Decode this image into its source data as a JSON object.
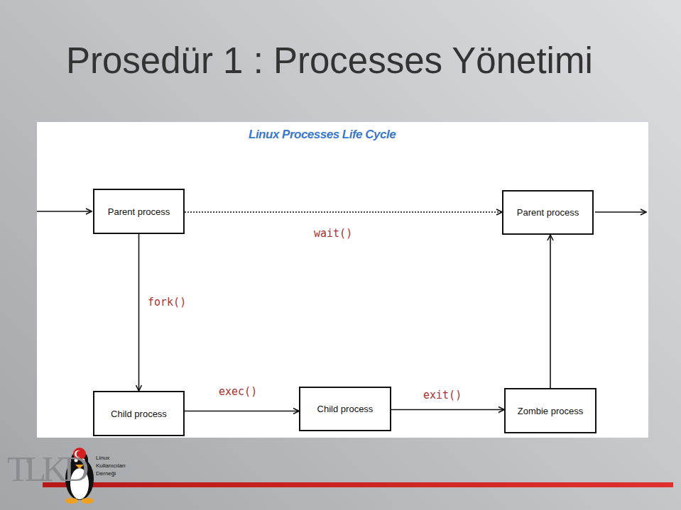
{
  "diagram": {
    "title": "Prosedür 1 : Processes Yönetimi",
    "nodes": [
      {
        "text": [
          "Parent process"
        ]
      },
      {
        "text": [
          "Parent process"
        ]
      },
      {
        "text": [
          "Child process"
        ]
      },
      {
        "text": [
          "Child process"
        ]
      },
      {
        "text": [
          "Zombie process"
        ]
      }
    ],
    "edges": [
      {
        "from": 0,
        "to": 1,
        "label": "wait()",
        "arrow": "to"
      },
      {
        "from": 0,
        "to": 2,
        "label": "fork()",
        "arrow": "to"
      },
      {
        "from": 2,
        "to": 3,
        "label": "exec()",
        "arrow": "to"
      },
      {
        "from": 3,
        "to": 4,
        "label": "exit()",
        "arrow": "to"
      },
      {
        "from": 4,
        "to": 1,
        "arrow": "to"
      }
    ],
    "labels": [
      "Linux Processes Life Cycle",
      "TLKD",
      "Linux Kullanıcıları Derneği"
    ]
  }
}
